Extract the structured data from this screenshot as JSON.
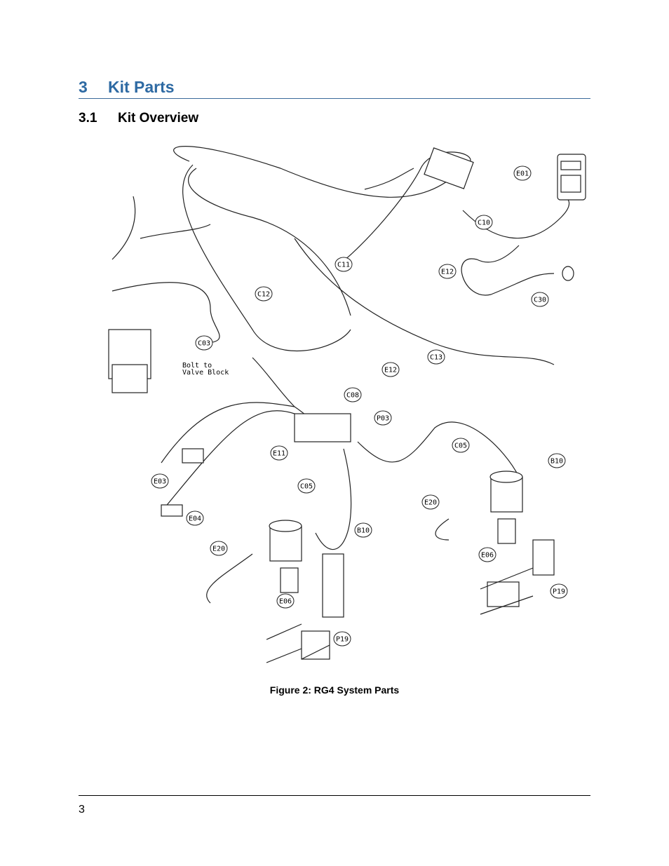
{
  "heading": {
    "number": "3",
    "title": "Kit Parts"
  },
  "subheading": {
    "number": "3.1",
    "title": "Kit Overview"
  },
  "figure": {
    "caption": "Figure 2: RG4 System Parts",
    "note": "Bolt to\nValve Block",
    "callouts": [
      "E01",
      "C10",
      "E12",
      "C30",
      "C11",
      "C12",
      "C03",
      "C13",
      "E12",
      "C08",
      "P03",
      "E11",
      "C05",
      "E03",
      "E04",
      "C05",
      "B10",
      "E20",
      "E06",
      "B10",
      "E20",
      "E06",
      "P19",
      "P19"
    ]
  },
  "page_number": "3"
}
